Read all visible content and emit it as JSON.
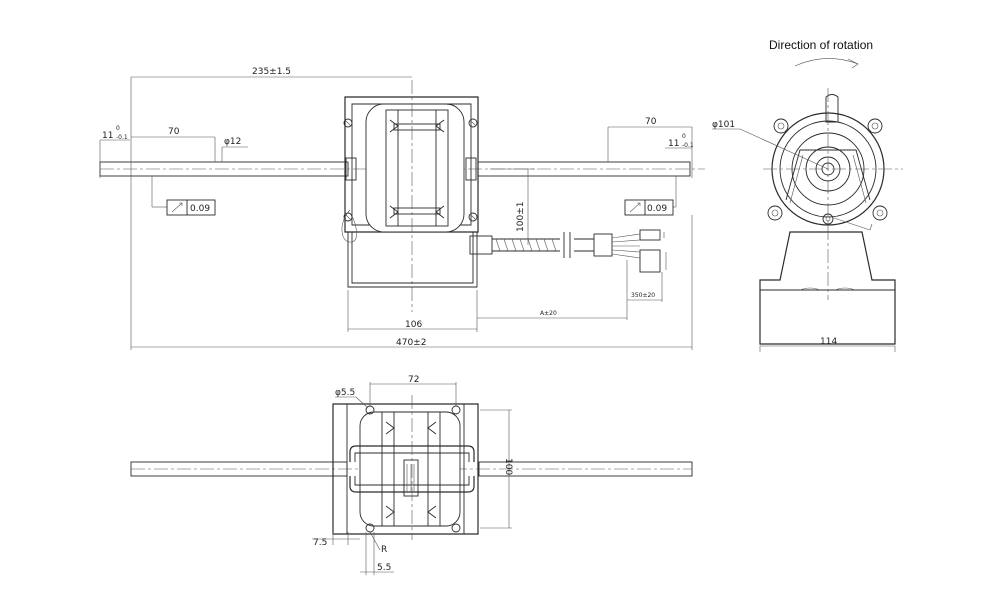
{
  "title": "Direction of rotation",
  "dims": {
    "shaft_span": "235±1.5",
    "tol_left": "11",
    "tol_left_up": "0",
    "tol_left_low": "-0.1",
    "shaft_left_len": "70",
    "shaft_dia": "φ12",
    "runout_left": "0.09",
    "shaft_right_len": "70",
    "tol_right": "11",
    "tol_right_up": "0",
    "tol_right_low": "-0.1",
    "runout_right": "0.09",
    "height_center": "100±1",
    "body_width": "106",
    "lead_len": "A±20",
    "connector_len": "350±20",
    "overall_len": "470±2",
    "motor_dia": "φ101",
    "base_width": "114",
    "hole_dia": "φ5.5",
    "hole_spacing": "72",
    "mount_height": "100",
    "foot_offset": "7.5",
    "radius": "R",
    "slot_width": "5.5"
  }
}
